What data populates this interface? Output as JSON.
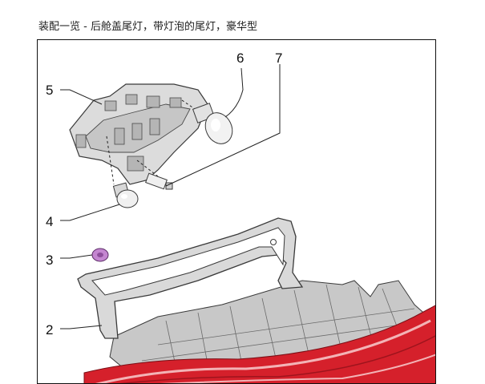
{
  "header": {
    "title": "装配一览 - 后舱盖尾灯，带灯泡的尾灯，豪华型"
  },
  "diagram": {
    "callouts": [
      {
        "id": "2",
        "label": "2"
      },
      {
        "id": "3",
        "label": "3"
      },
      {
        "id": "4",
        "label": "4"
      },
      {
        "id": "5",
        "label": "5"
      },
      {
        "id": "6",
        "label": "6"
      },
      {
        "id": "7",
        "label": "7"
      }
    ],
    "colors": {
      "lamp_red": "#d5202b",
      "housing_grey": "#c8c8c8",
      "gasket_grey": "#d9d9d9",
      "clip_purple": "#c486d0",
      "outline": "#3a3a3a"
    }
  }
}
